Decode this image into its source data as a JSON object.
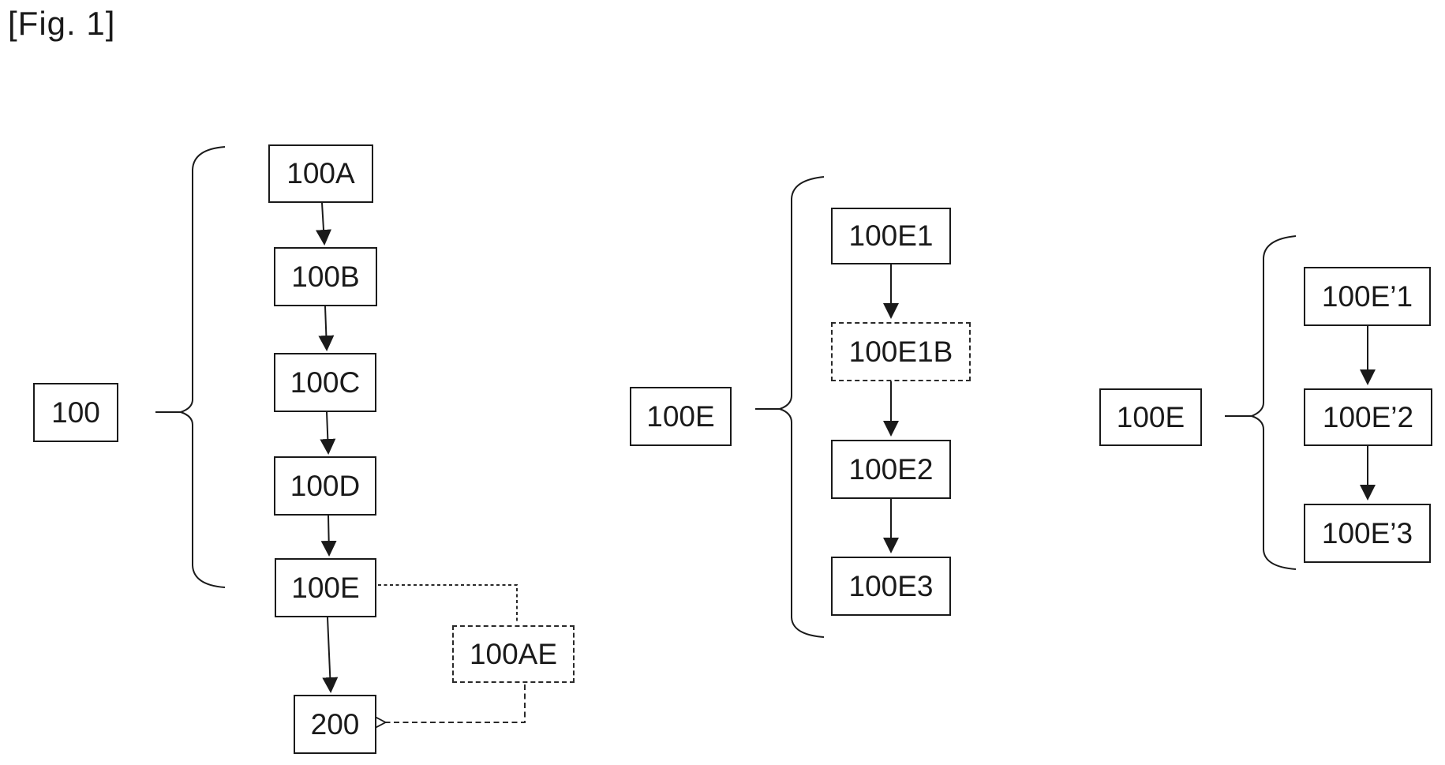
{
  "figure": {
    "title": "[Fig. 1]"
  },
  "diagram": {
    "left_group": {
      "label": "100",
      "nodes": [
        {
          "label": "100A",
          "style": "solid"
        },
        {
          "label": "100B",
          "style": "solid"
        },
        {
          "label": "100C",
          "style": "solid"
        },
        {
          "label": "100D",
          "style": "solid"
        },
        {
          "label": "100E",
          "style": "solid"
        },
        {
          "label": "200",
          "style": "solid"
        }
      ],
      "side_node": {
        "label": "100AE",
        "style": "dashed"
      },
      "flow": "100A -> 100B -> 100C -> 100D -> 100E -> 200; 100E -dashed-> 100AE -dashed-> 200"
    },
    "middle_group": {
      "label": "100E",
      "nodes": [
        {
          "label": "100E1",
          "style": "solid"
        },
        {
          "label": "100E1B",
          "style": "dashed"
        },
        {
          "label": "100E2",
          "style": "solid"
        },
        {
          "label": "100E3",
          "style": "solid"
        }
      ],
      "flow": "100E1 -> 100E1B -> 100E2 -> 100E3"
    },
    "right_group": {
      "label": "100E",
      "nodes": [
        {
          "label": "100E’1",
          "style": "solid"
        },
        {
          "label": "100E’2",
          "style": "solid"
        },
        {
          "label": "100E’3",
          "style": "solid"
        }
      ],
      "flow": "100E'1 -> 100E'2 -> 100E'3"
    }
  },
  "colors": {
    "line": "#1a1a1a",
    "text": "#1a1a1a",
    "background": "#ffffff"
  }
}
